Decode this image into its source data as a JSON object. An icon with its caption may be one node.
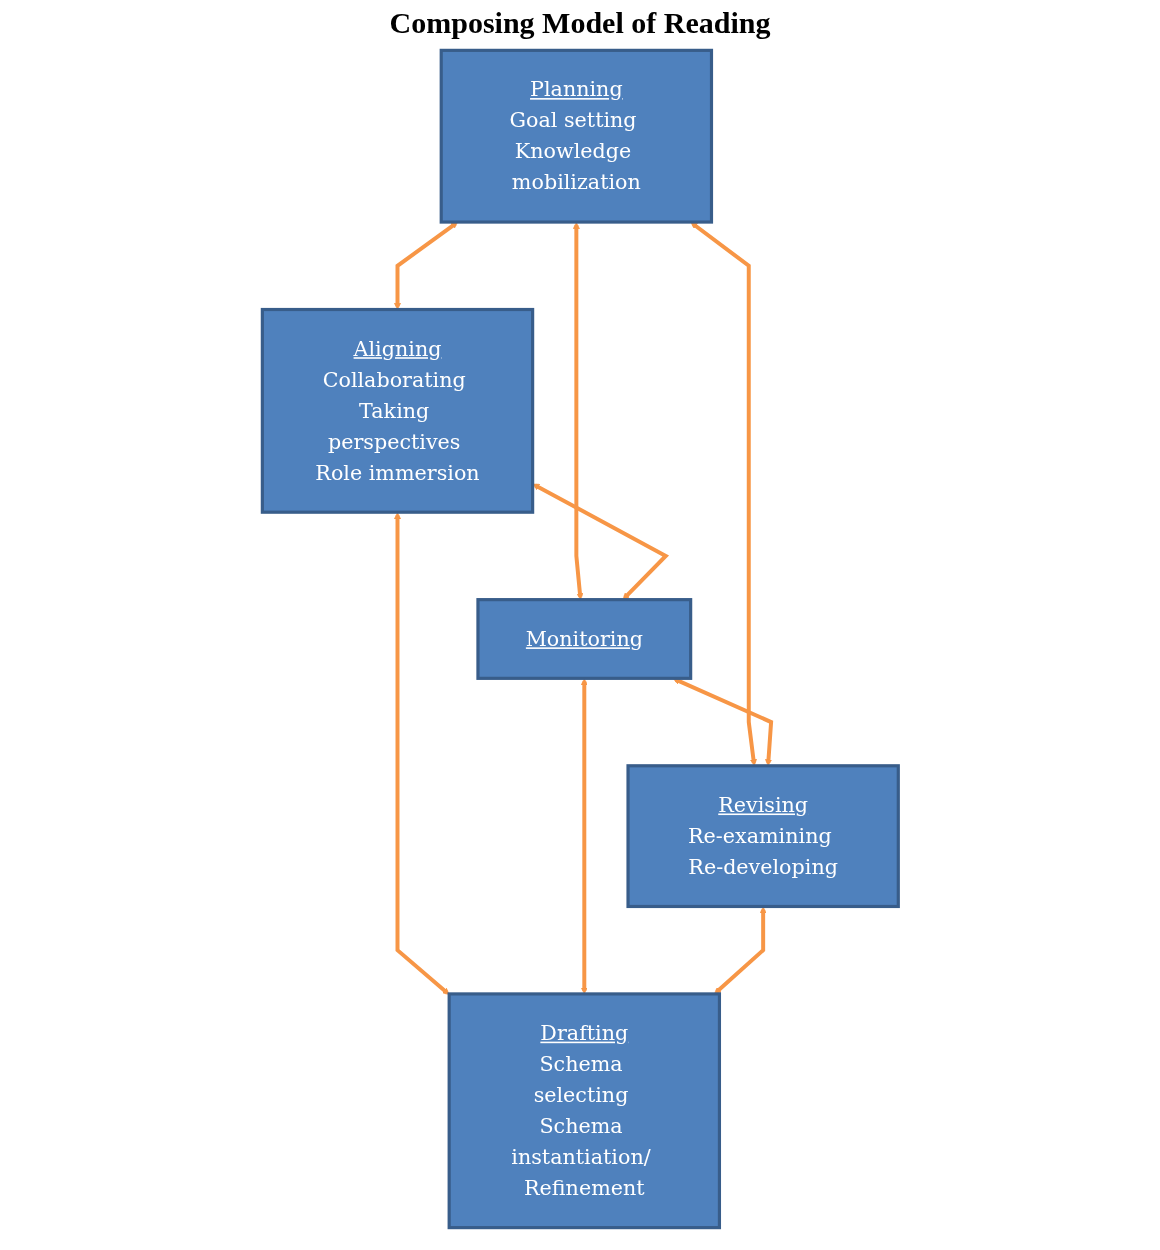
{
  "diagram": {
    "title": "Composing Model of Reading",
    "nodes": [
      {
        "text": [
          "Planning",
          "Goal setting Knowledge mobilization"
        ]
      },
      {
        "text": [
          "Aligning",
          "Collaborating Taking perspectives Role immersion"
        ]
      },
      {
        "text": [
          "Monitoring"
        ]
      },
      {
        "text": [
          "Revising",
          "Re-examining Re-developing"
        ]
      },
      {
        "text": [
          "Drafting",
          "Schema selecting Schema instantiation/ Refinement"
        ]
      }
    ],
    "edges": [
      {
        "from": 0,
        "to": 1,
        "arrow": "both"
      },
      {
        "from": 0,
        "to": 2,
        "arrow": "both"
      },
      {
        "from": 0,
        "to": 3,
        "arrow": "both"
      },
      {
        "from": 1,
        "to": 2,
        "arrow": "both"
      },
      {
        "from": 2,
        "to": 3,
        "arrow": "both"
      },
      {
        "from": 1,
        "to": 4,
        "arrow": "both"
      },
      {
        "from": 2,
        "to": 4,
        "arrow": "both"
      },
      {
        "from": 3,
        "to": 4,
        "arrow": "both"
      }
    ]
  }
}
